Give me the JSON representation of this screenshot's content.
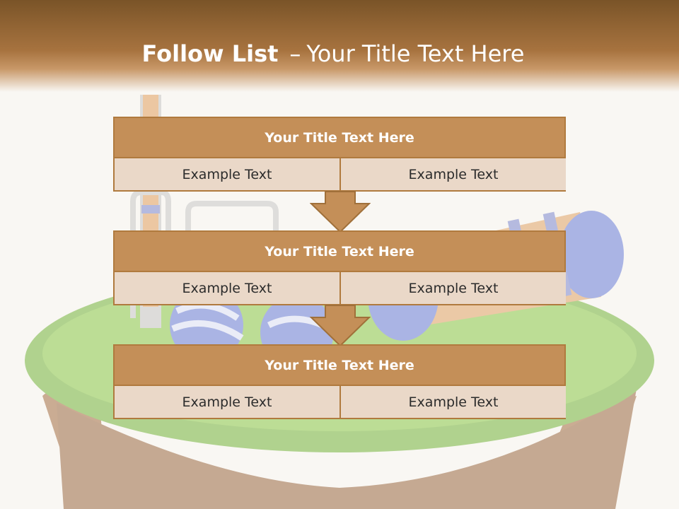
{
  "slide": {
    "title_bold": "Follow List",
    "title_separator": "–",
    "title_rest": "Your Title Text Here"
  },
  "steps": [
    {
      "title": "Your Title Text Here",
      "left_text": "Example Text",
      "right_text": "Example Text"
    },
    {
      "title": "Your Title Text Here",
      "left_text": "Example Text",
      "right_text": "Example Text"
    },
    {
      "title": "Your Title Text Here",
      "left_text": "Example Text",
      "right_text": "Example Text"
    }
  ],
  "colors": {
    "header_brown": "#a7733f",
    "box_title": "#c48f58",
    "box_cell": "#ead8c8",
    "border": "#b07a3e"
  }
}
